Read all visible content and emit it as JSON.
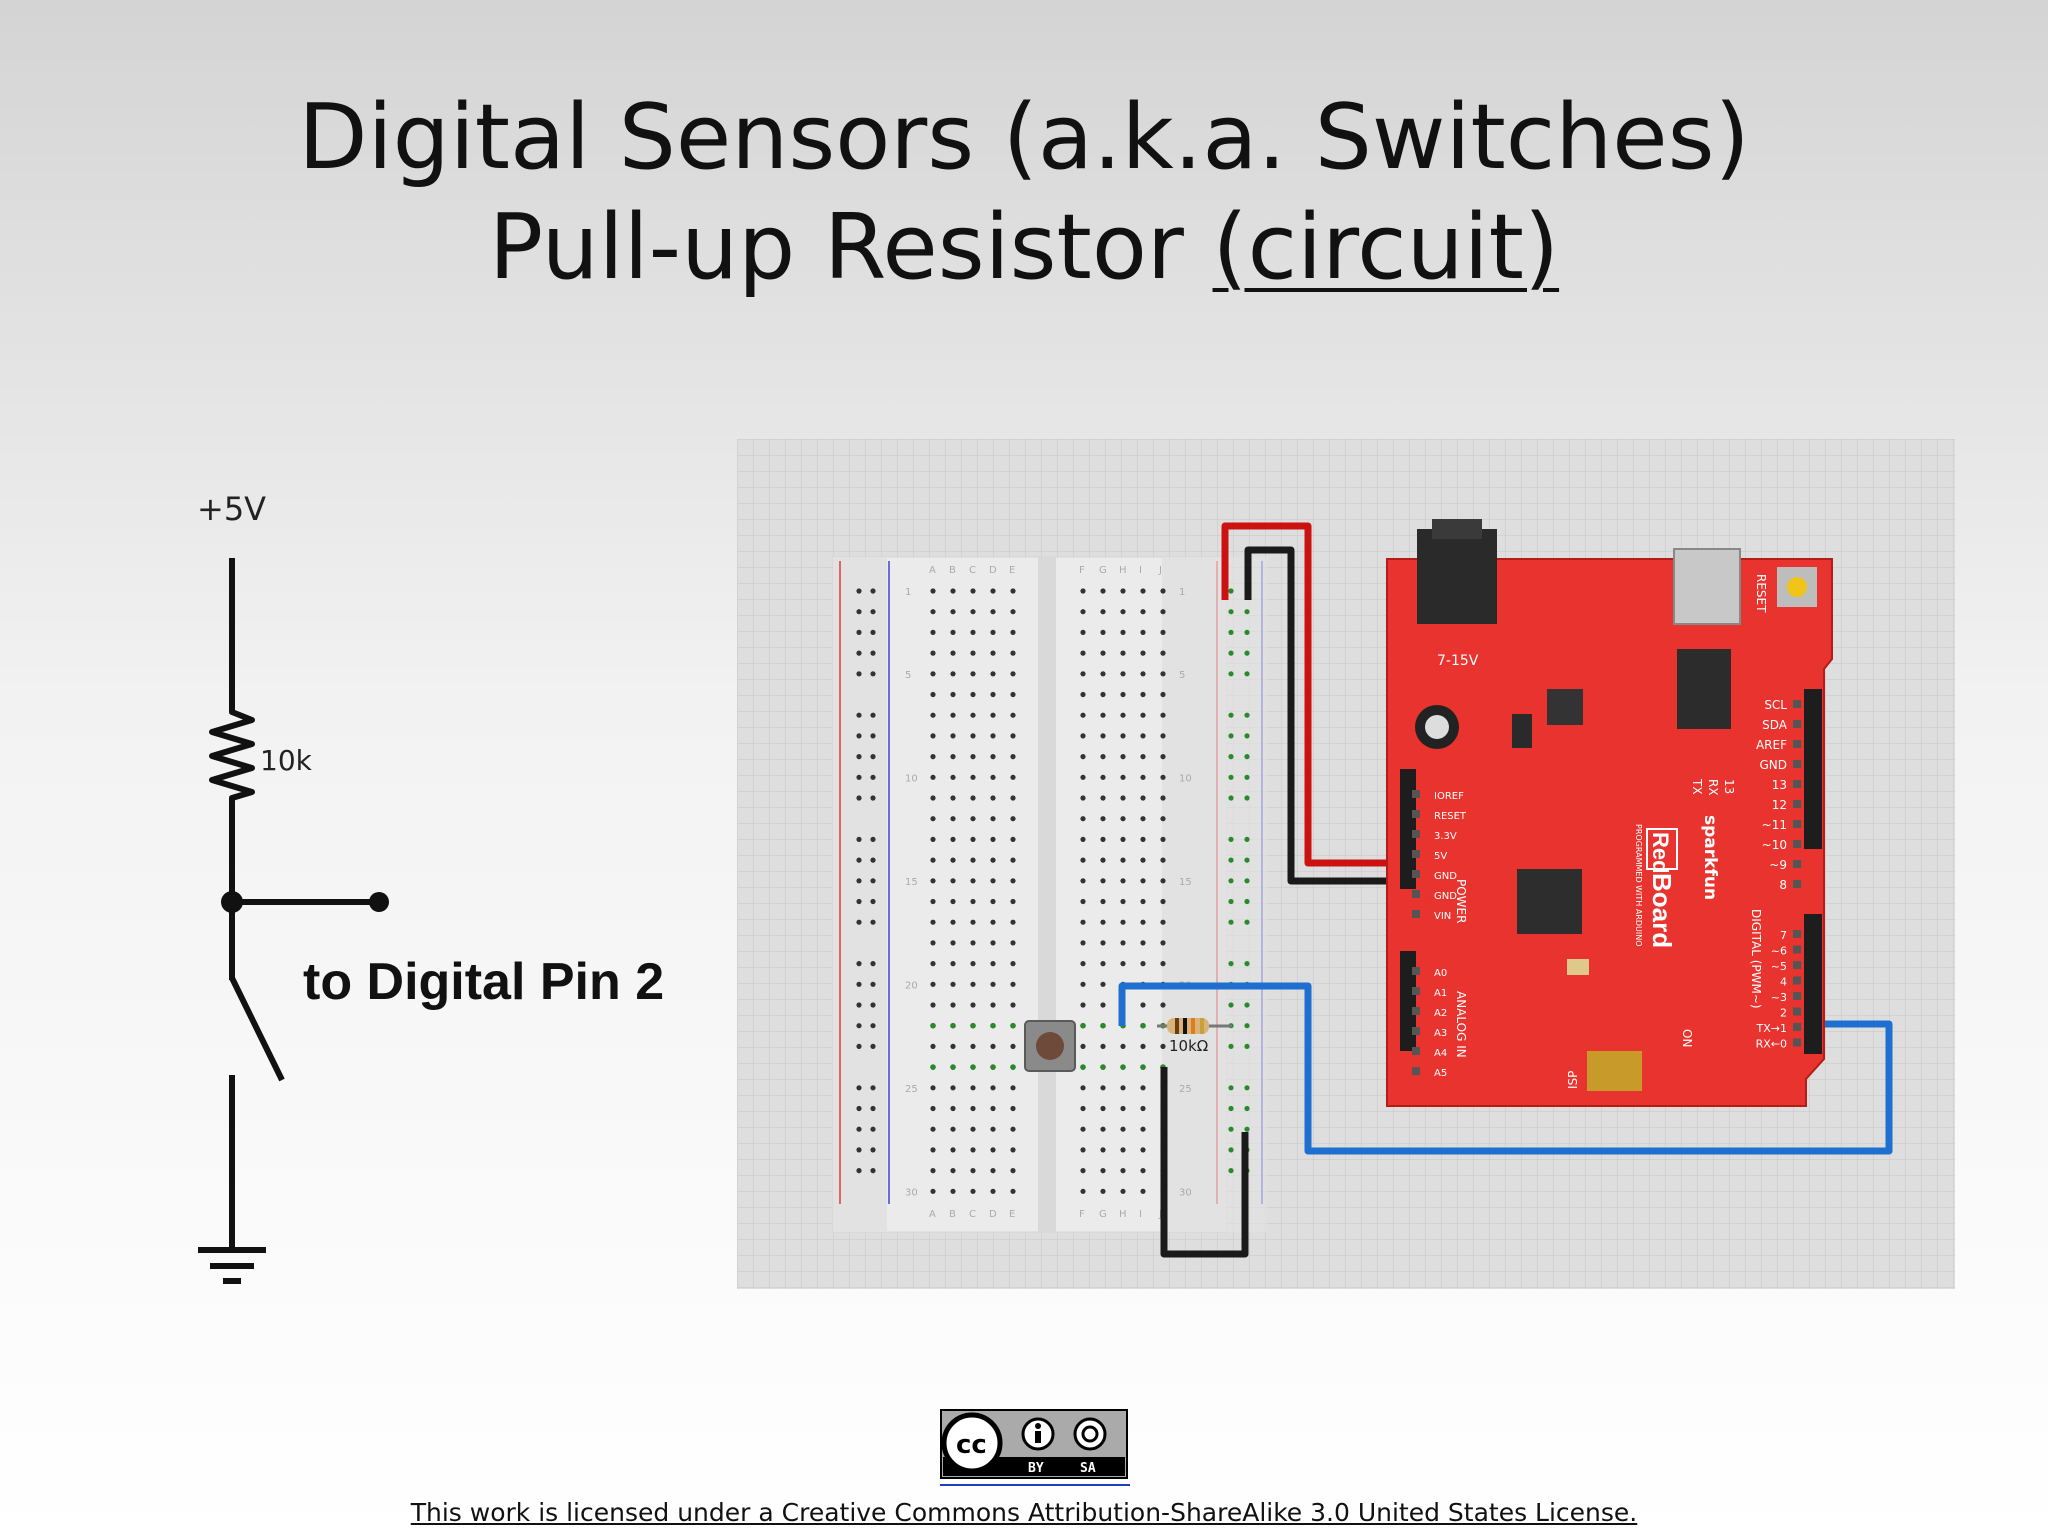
{
  "slide": {
    "title_line1": "Digital Sensors (a.k.a. Switches)",
    "title_line2_prefix": "Pull-up Resistor ",
    "title_line2_link": "(circuit)"
  },
  "schematic": {
    "supply_label": "+5V",
    "resistor_label": "10k",
    "output_label": "to Digital Pin 2"
  },
  "breadboard_view": {
    "column_letters_left": [
      "A",
      "B",
      "C",
      "D",
      "E"
    ],
    "column_letters_right": [
      "F",
      "G",
      "H",
      "I",
      "J"
    ],
    "row_numbers": [
      "1",
      "5",
      "10",
      "15",
      "20",
      "25",
      "30"
    ],
    "resistor_label": "10kΩ",
    "wire_colors": {
      "power": "#cc1111",
      "ground": "#1a1a1a",
      "signal": "#1f6fd1"
    },
    "board": {
      "brand": "sparkfun",
      "name_red": "Red",
      "name_board": "Board",
      "subtitle": "PROGRAMMED WITH ARDUINO",
      "jack_label": "7-15V",
      "reset_label": "RESET",
      "power_pins": [
        "IOREF",
        "RESET",
        "3.3V",
        "5V",
        "GND",
        "GND",
        "VIN"
      ],
      "power_header": "POWER",
      "analog_pins": [
        "A0",
        "A1",
        "A2",
        "A3",
        "A4",
        "A5"
      ],
      "analog_header": "ANALOG IN",
      "digital_top_pins": [
        "SCL",
        "SDA",
        "AREF",
        "GND",
        "13",
        "12",
        "~11",
        "~10",
        "~9",
        "8"
      ],
      "digital_bottom_pins": [
        "7",
        "~6",
        "~5",
        "4",
        "~3",
        "2",
        "TX→1",
        "RX←0"
      ],
      "digital_header": "DIGITAL (PWM~)",
      "led_labels": [
        "13",
        "RX",
        "TX"
      ],
      "on_label": "ON",
      "isp_label": "ISP",
      "board_color": "#e8332e"
    }
  },
  "license": {
    "badge_by": "BY",
    "badge_sa": "SA",
    "text": "This work is licensed under a Creative Commons Attribution-ShareAlike 3.0 United States License."
  }
}
